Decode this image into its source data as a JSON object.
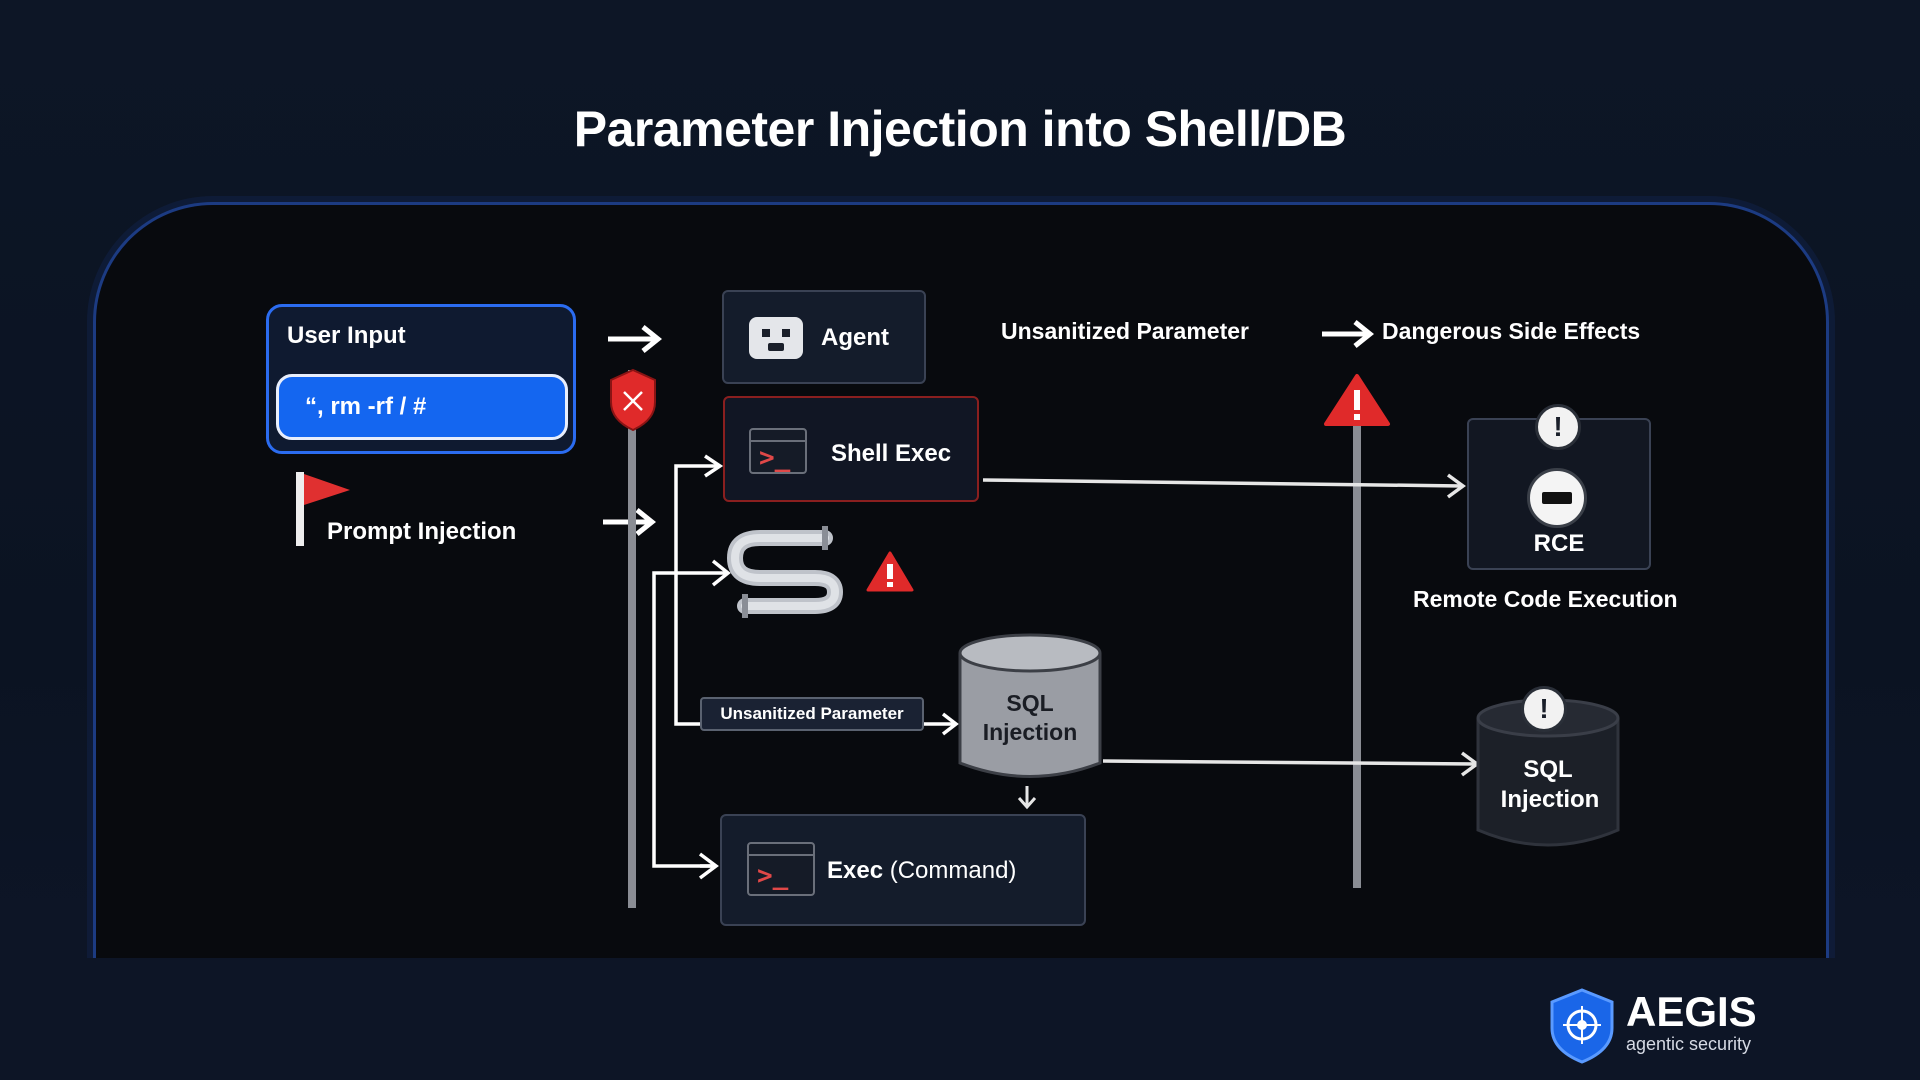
{
  "title": "Parameter Injection into Shell/DB",
  "user_input": {
    "label": "User Input",
    "payload": "“, rm -rf / #"
  },
  "prompt_injection": {
    "label": "Prompt Injection"
  },
  "agent": {
    "label": "Agent"
  },
  "unsanitized_header": "Unsanitized Parameter",
  "dangerous_header": "Dangerous Side Effects",
  "shell_exec": {
    "label": "Shell Exec"
  },
  "sql_db": {
    "line1": "SQL",
    "line2": "Injection"
  },
  "param_tag": "Unsanitized Parameter",
  "exec": {
    "label": "Exec",
    "detail": "(Command)"
  },
  "rce": {
    "label": "RCE",
    "caption": "Remote Code Execution"
  },
  "sql_result": {
    "line1": "SQL",
    "line2": "Injection"
  },
  "brand": {
    "name": "AEGIS",
    "tagline": "agentic security"
  },
  "colors": {
    "background": "#0d1626",
    "panel": "#080a0e",
    "panel_border": "#1c3b82",
    "accent_blue": "#1466f0",
    "danger_red": "#e02a2a",
    "flag_red": "#e03030"
  },
  "icons": [
    "flag-icon",
    "robot-icon",
    "terminal-icon",
    "pipe-icon",
    "warning-icon",
    "shield-x-icon",
    "database-icon",
    "stop-icon",
    "exclamation-icon",
    "shield-logo-icon"
  ]
}
